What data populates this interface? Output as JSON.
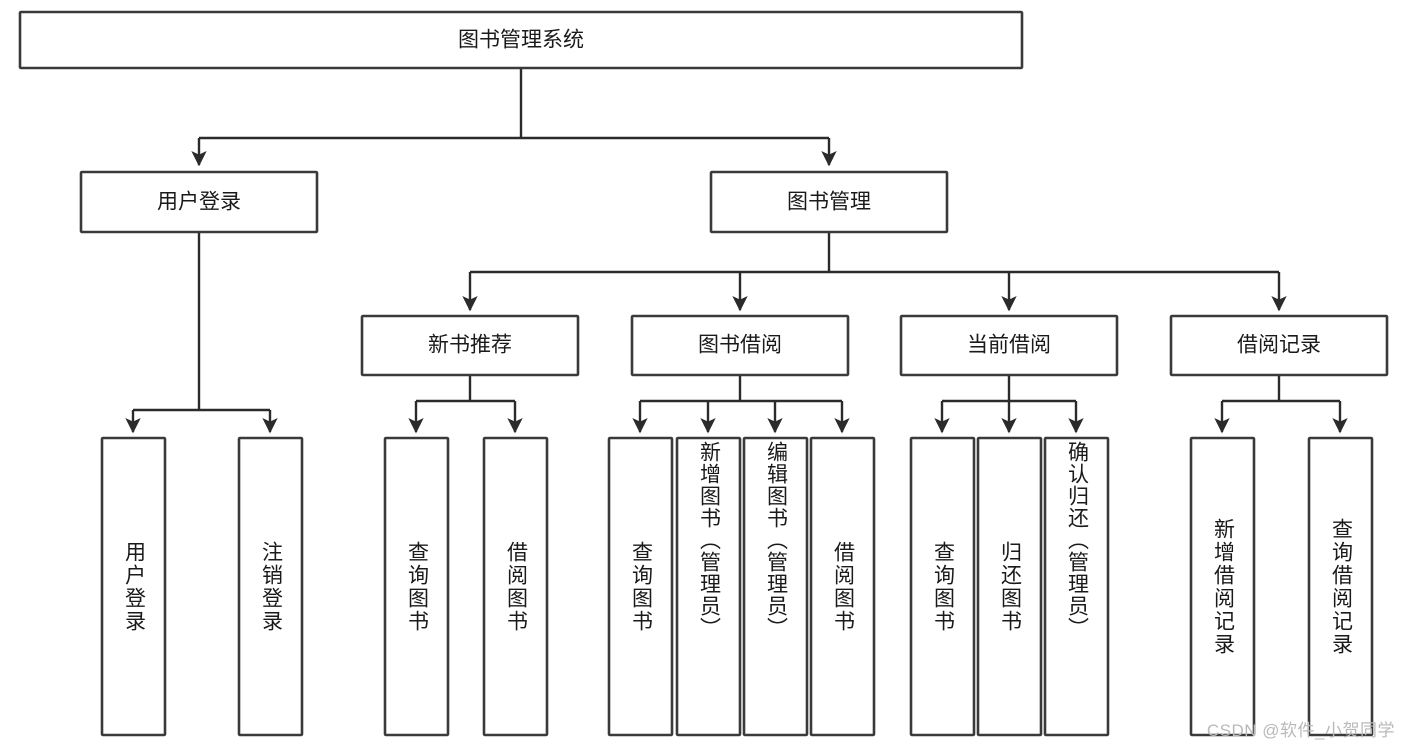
{
  "diagram": {
    "title_node": {
      "label": "图书管理系统"
    },
    "level2": [
      {
        "id": "user-login",
        "label": "用户登录"
      },
      {
        "id": "book-management",
        "label": "图书管理"
      }
    ],
    "level3": [
      {
        "id": "new-book-recommend",
        "label": "新书推荐"
      },
      {
        "id": "book-borrow",
        "label": "图书借阅"
      },
      {
        "id": "current-borrow",
        "label": "当前借阅"
      },
      {
        "id": "borrow-record",
        "label": "借阅记录"
      }
    ],
    "leaves": [
      {
        "id": "leaf-user-login",
        "label": "用户登录",
        "parent": "user-login"
      },
      {
        "id": "leaf-logout-login",
        "label": "注销登录",
        "parent": "user-login"
      },
      {
        "id": "leaf-query-book-1",
        "label": "查询图书",
        "parent": "new-book-recommend"
      },
      {
        "id": "leaf-borrow-book-1",
        "label": "借阅图书",
        "parent": "new-book-recommend"
      },
      {
        "id": "leaf-query-book-2",
        "label": "查询图书",
        "parent": "book-borrow"
      },
      {
        "id": "leaf-add-book",
        "label": "新增图书（管理员）",
        "parent": "book-borrow"
      },
      {
        "id": "leaf-edit-book",
        "label": "编辑图书（管理员）",
        "parent": "book-borrow"
      },
      {
        "id": "leaf-borrow-book-2",
        "label": "借阅图书",
        "parent": "book-borrow"
      },
      {
        "id": "leaf-query-book-3",
        "label": "查询图书",
        "parent": "current-borrow"
      },
      {
        "id": "leaf-return-book",
        "label": "归还图书",
        "parent": "current-borrow"
      },
      {
        "id": "leaf-confirm-return",
        "label": "确认归还（管理员）",
        "parent": "current-borrow"
      },
      {
        "id": "leaf-add-record",
        "label": "新增借阅记录",
        "parent": "borrow-record"
      },
      {
        "id": "leaf-query-record",
        "label": "查询借阅记录",
        "parent": "borrow-record"
      }
    ],
    "watermark": "CSDN @软件_小贺同学",
    "colors": {
      "box_stroke": "#3a3a3a",
      "edge_stroke": "#2b2b2b",
      "box_fill": "#ffffff",
      "text": "#1a1a1a",
      "watermark": "#b9b9b9",
      "background": "#ffffff"
    }
  }
}
